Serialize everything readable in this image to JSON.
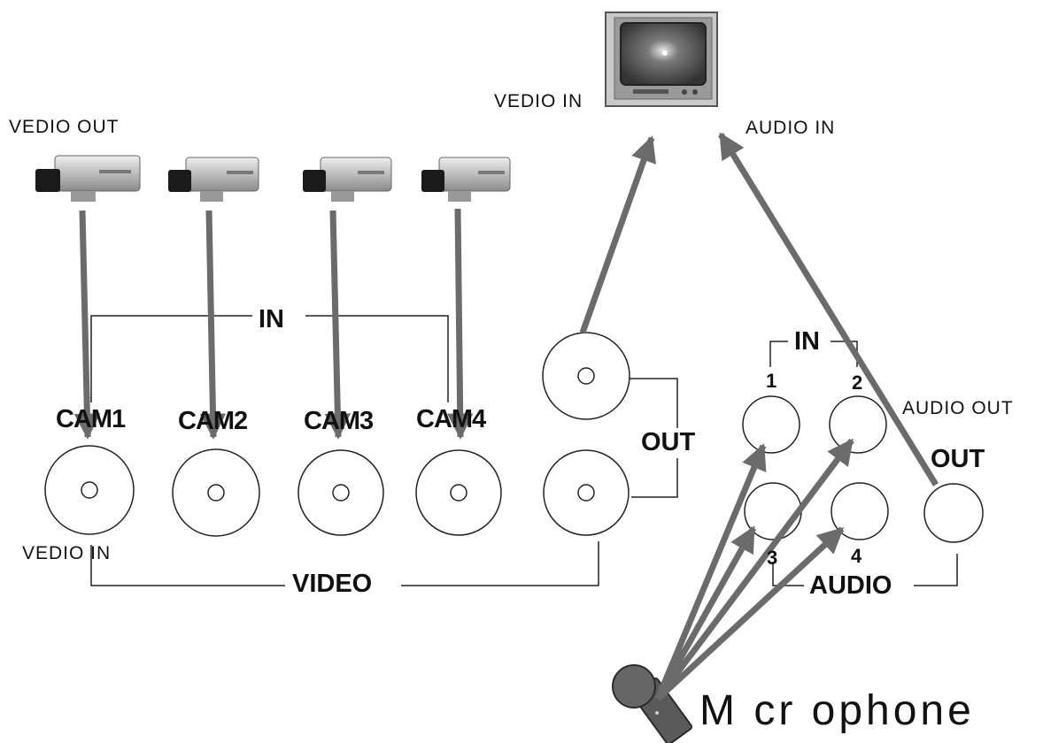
{
  "labels": {
    "vedio_out": "VEDIO OUT",
    "monitor_vedio_in": "VEDIO IN",
    "monitor_audio_in": "AUDIO IN",
    "video_in_group": "IN",
    "cam1": "CAM1",
    "cam2": "CAM2",
    "cam3": "CAM3",
    "cam4": "CAM4",
    "video_out": "OUT",
    "dvr_vedio_in": "VEDIO IN",
    "video_bus": "VIDEO",
    "audio_in_group": "IN",
    "audio_ch1": "1",
    "audio_ch2": "2",
    "audio_ch3": "3",
    "audio_ch4": "4",
    "audio_out_label": "AUDIO OUT",
    "audio_out": "OUT",
    "audio_bus": "AUDIO",
    "microphone": "M cr ophone"
  },
  "colors": {
    "arrow": "#6b6b6b",
    "line": "#222222",
    "connector": "#ffffff"
  }
}
